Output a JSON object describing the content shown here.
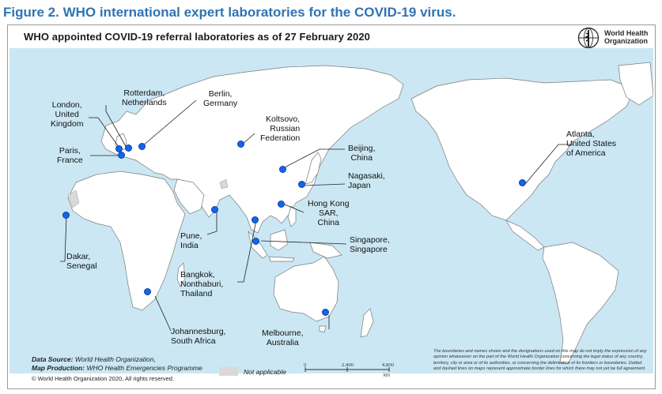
{
  "figure_title": "Figure 2. WHO international expert laboratories for the COVID-19 virus.",
  "map_title": "WHO appointed COVID-19 referral laboratories as of 27 February 2020",
  "logo": {
    "line1": "World Health",
    "line2": "Organization",
    "icon": "who-emblem-icon"
  },
  "colors": {
    "ocean": "#cbe7f3",
    "land": "#ffffff",
    "marker": "#1167e8",
    "title": "#2e74b5",
    "not_applicable": "#d9d9d9"
  },
  "laboratories": [
    {
      "id": "london",
      "label": "London,\nUnited\nKingdom"
    },
    {
      "id": "paris",
      "label": "Paris,\nFrance"
    },
    {
      "id": "rotterdam",
      "label": "Rotterdam,\nNetherlands"
    },
    {
      "id": "berlin",
      "label": "Berlin,\nGermany"
    },
    {
      "id": "koltsovo",
      "label": "Koltsovo,\nRussian\nFederation"
    },
    {
      "id": "beijing",
      "label": "Beijing,\nChina"
    },
    {
      "id": "nagasaki",
      "label": "Nagasaki,\nJapan"
    },
    {
      "id": "hongkong",
      "label": "Hong Kong\nSAR,\nChina"
    },
    {
      "id": "singapore",
      "label": "Singapore,\nSingapore"
    },
    {
      "id": "pune",
      "label": "Pune,\nIndia"
    },
    {
      "id": "bangkok",
      "label": "Bangkok,\nNonthaburi,\nThailand"
    },
    {
      "id": "dakar",
      "label": "Dakar,\nSenegal"
    },
    {
      "id": "johannesburg",
      "label": "Johannesburg,\nSouth Africa"
    },
    {
      "id": "melbourne",
      "label": "Melbourne,\nAustralia"
    },
    {
      "id": "atlanta",
      "label": "Atlanta,\nUnited States\nof America"
    }
  ],
  "footer": {
    "data_source_label": "Data Source:",
    "data_source_value": "World Health Organization,",
    "map_production_label": "Map Production:",
    "map_production_value": "WHO Health Emergencies Programme",
    "copyright": "© World Health Organization 2020, All rights reserved."
  },
  "legend": {
    "not_applicable": "Not applicable"
  },
  "scale_bar": {
    "ticks": [
      "0",
      "2,400",
      "4,800"
    ],
    "unit": "km"
  },
  "disclaimer": "The boundaries and names shown and the designations used on this map do not imply the expression of any opinion whatsoever on the part of the World Health Organization concerning the legal status of any country, territory, city or area or of its authorities, or concerning the delimitation of its frontiers or boundaries. Dotted and dashed lines on maps represent approximate border lines for which there may not yet be full agreement."
}
